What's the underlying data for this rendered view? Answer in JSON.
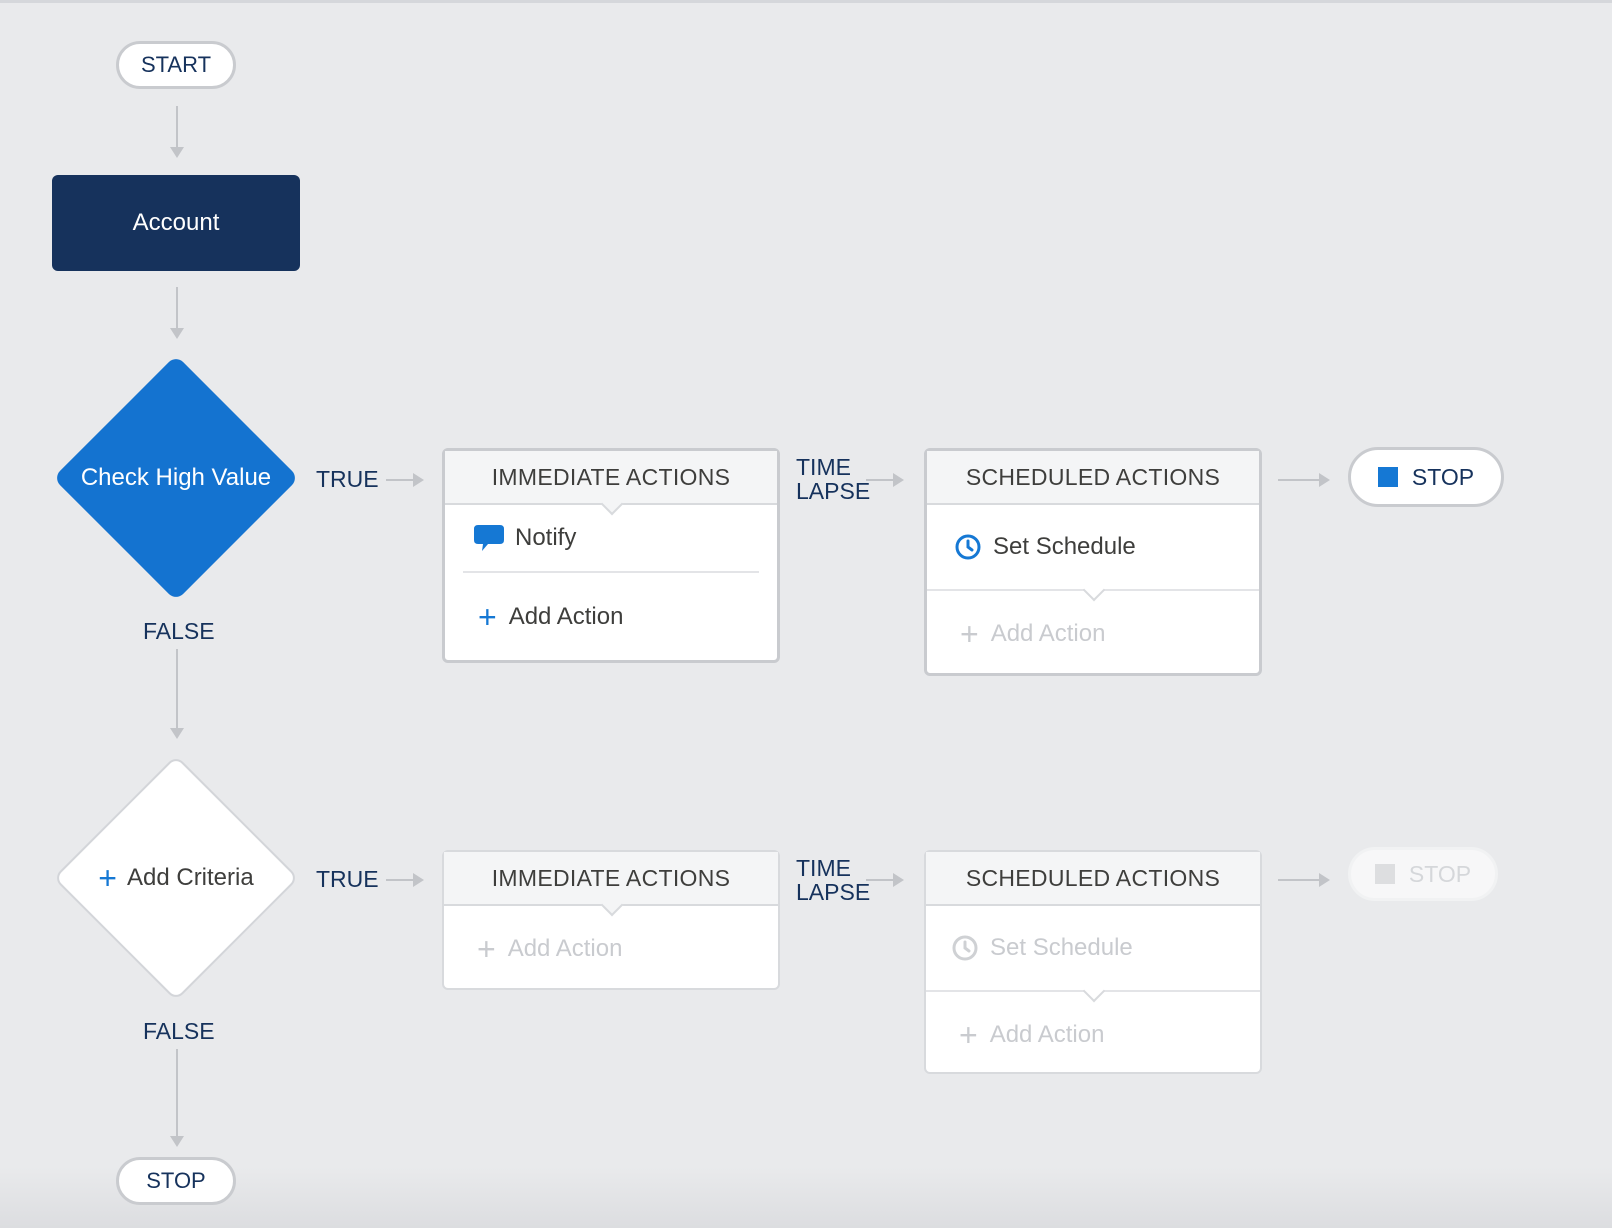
{
  "start_label": "START",
  "account_label": "Account",
  "criteria": [
    {
      "name": "Check High Value",
      "true_label": "TRUE",
      "false_label": "FALSE",
      "time_lapse": [
        "TIME",
        "LAPSE"
      ],
      "immediate": {
        "title": "IMMEDIATE ACTIONS",
        "items": [
          "Notify"
        ],
        "add_action": "Add Action"
      },
      "scheduled": {
        "title": "SCHEDULED ACTIONS",
        "set_schedule": "Set Schedule",
        "add_action": "Add Action"
      },
      "stop_label": "STOP"
    },
    {
      "name": "Add Criteria",
      "true_label": "TRUE",
      "false_label": "FALSE",
      "time_lapse": [
        "TIME",
        "LAPSE"
      ],
      "immediate": {
        "title": "IMMEDIATE ACTIONS",
        "add_action": "Add Action"
      },
      "scheduled": {
        "title": "SCHEDULED ACTIONS",
        "set_schedule": "Set Schedule",
        "add_action": "Add Action"
      },
      "stop_label": "STOP"
    }
  ],
  "end_stop_label": "STOP",
  "colors": {
    "navy": "#16325c",
    "brand_blue": "#1473d0",
    "connector": "#c2c4c8",
    "background": "#e9eaec"
  }
}
